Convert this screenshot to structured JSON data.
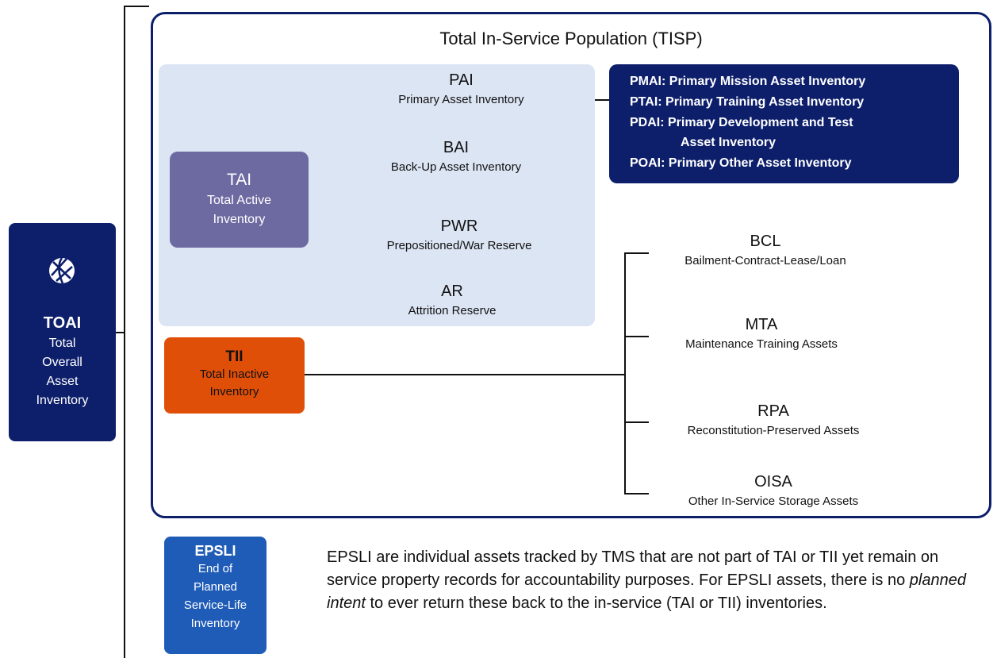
{
  "title": "Total In-Service Population (TISP)",
  "toai": {
    "abbr": "TOAI",
    "line1": "Total",
    "line2": "Overall",
    "line3": "Asset",
    "line4": "Inventory",
    "icon": "globe-icon"
  },
  "tai": {
    "abbr": "TAI",
    "line1": "Total Active",
    "line2": "Inventory"
  },
  "tii": {
    "abbr": "TII",
    "line1": "Total Inactive",
    "line2": "Inventory"
  },
  "active_categories": [
    {
      "abbr": "PAI",
      "name": "Primary Asset Inventory"
    },
    {
      "abbr": "BAI",
      "name": "Back-Up Asset Inventory"
    },
    {
      "abbr": "PWR",
      "name": "Prepositioned/War Reserve"
    },
    {
      "abbr": "AR",
      "name": "Attrition Reserve"
    }
  ],
  "primary_breakdown": [
    "PMAI: Primary Mission Asset Inventory",
    "PTAI:  Primary Training Asset Inventory",
    "PDAI:  Primary Development and Test",
    "Asset Inventory",
    "POAI:  Primary Other Asset Inventory"
  ],
  "inactive_categories": [
    {
      "abbr": "BCL",
      "name": "Bailment-Contract-Lease/Loan"
    },
    {
      "abbr": "MTA",
      "name": "Maintenance Training Assets"
    },
    {
      "abbr": "RPA",
      "name": "Reconstitution-Preserved Assets"
    },
    {
      "abbr": "OISA",
      "name": "Other In-Service Storage Assets"
    }
  ],
  "epsli": {
    "abbr": "EPSLI",
    "line1": "End of",
    "line2": "Planned",
    "line3": "Service-Life",
    "line4": "Inventory",
    "desc_before": "EPSLI are individual assets tracked by TMS that are not part of TAI or TII yet remain on service property records for accountability purposes.  For EPSLI assets, there is no ",
    "desc_emphasis": "planned intent",
    "desc_after": " to ever return these back to the in-service (TAI or TII) inventories."
  },
  "colors": {
    "navy": "#0d1f6b",
    "tai_purple": "#6d6aa2",
    "tii_orange": "#e04f08",
    "epsli_blue": "#1f5cb7",
    "active_panel": "#dce5f4"
  }
}
